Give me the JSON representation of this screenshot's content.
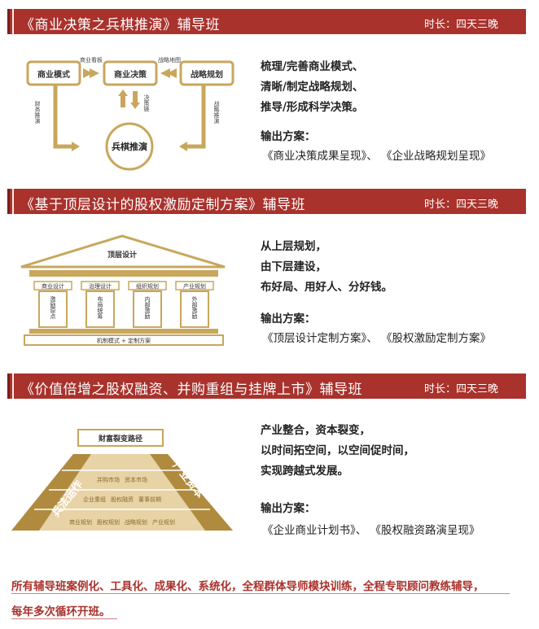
{
  "sections": [
    {
      "title": "《商业决策之兵棋推演》辅导班",
      "duration": "时长：四天三晚",
      "points": [
        "梳理/完善商业模式、",
        "清晰/制定战略规划、",
        "推导/形成科学决策。"
      ],
      "output_label": "输出方案：",
      "output": "《商业决策成果呈现》、 《企业战略规划呈现》",
      "diagram": {
        "box_business_model": "商业模式",
        "box_business_decision": "商业决策",
        "box_strategy_plan": "战略规划",
        "circle_wargame": "兵棋推演",
        "label_dashboard": "商业看板",
        "label_strategy_map": "战略地图",
        "label_finance": "财务推演",
        "label_decision_chain": "决策链",
        "label_strategy_deduce": "战略推演"
      }
    },
    {
      "title": "《基于顶层设计的股权激励定制方案》辅导班",
      "duration": "时长：四天三晚",
      "points": [
        "从上层规划，",
        "由下层建设，",
        "布好局、用好人、分好钱。"
      ],
      "output_label": "输出方案：",
      "output": "《顶层设计定制方案》、 《股权激励定制方案》",
      "diagram": {
        "roof": "顶层设计",
        "columns": [
          {
            "head": "商业设计",
            "body": "激励原点"
          },
          {
            "head": "治理设计",
            "body": "布局统筹"
          },
          {
            "head": "组织规划",
            "body": "内部激励"
          },
          {
            "head": "产业规划",
            "body": "外部激励"
          }
        ],
        "base": "机制模式 + 定制方案"
      }
    },
    {
      "title": "《价值倍增之股权融资、并购重组与挂牌上市》辅导班",
      "duration": "时长：四天三晚",
      "points": [
        "产业整合，资本裂变，",
        "以时间拓空间，以空间促时间，",
        "实现跨越式发展。"
      ],
      "output_label": "输出方案：",
      "output": "《企业商业计划书》、 《股权融资路演呈现》",
      "diagram": {
        "top": "财富裂变路径",
        "left_side": "兵法运作",
        "right_side": "产业资本",
        "rows": [
          [
            "并购市场",
            "资本市场"
          ],
          [
            "企业重组",
            "股权融资",
            "董事前期"
          ],
          [
            "商业规划",
            "股权规划",
            "战略规划",
            "产业规划"
          ]
        ]
      }
    }
  ],
  "footer": {
    "line1": "所有辅导班案例化、工具化、成果化、系统化，全程群体导师模块训练，全程专职顾问教练辅导，",
    "line2": "每年多次循环开班。"
  },
  "colors": {
    "banner": "#a9322c",
    "gold": "#c8a75c",
    "dark_gold": "#b08a3e",
    "footer_text": "#a9322c"
  }
}
